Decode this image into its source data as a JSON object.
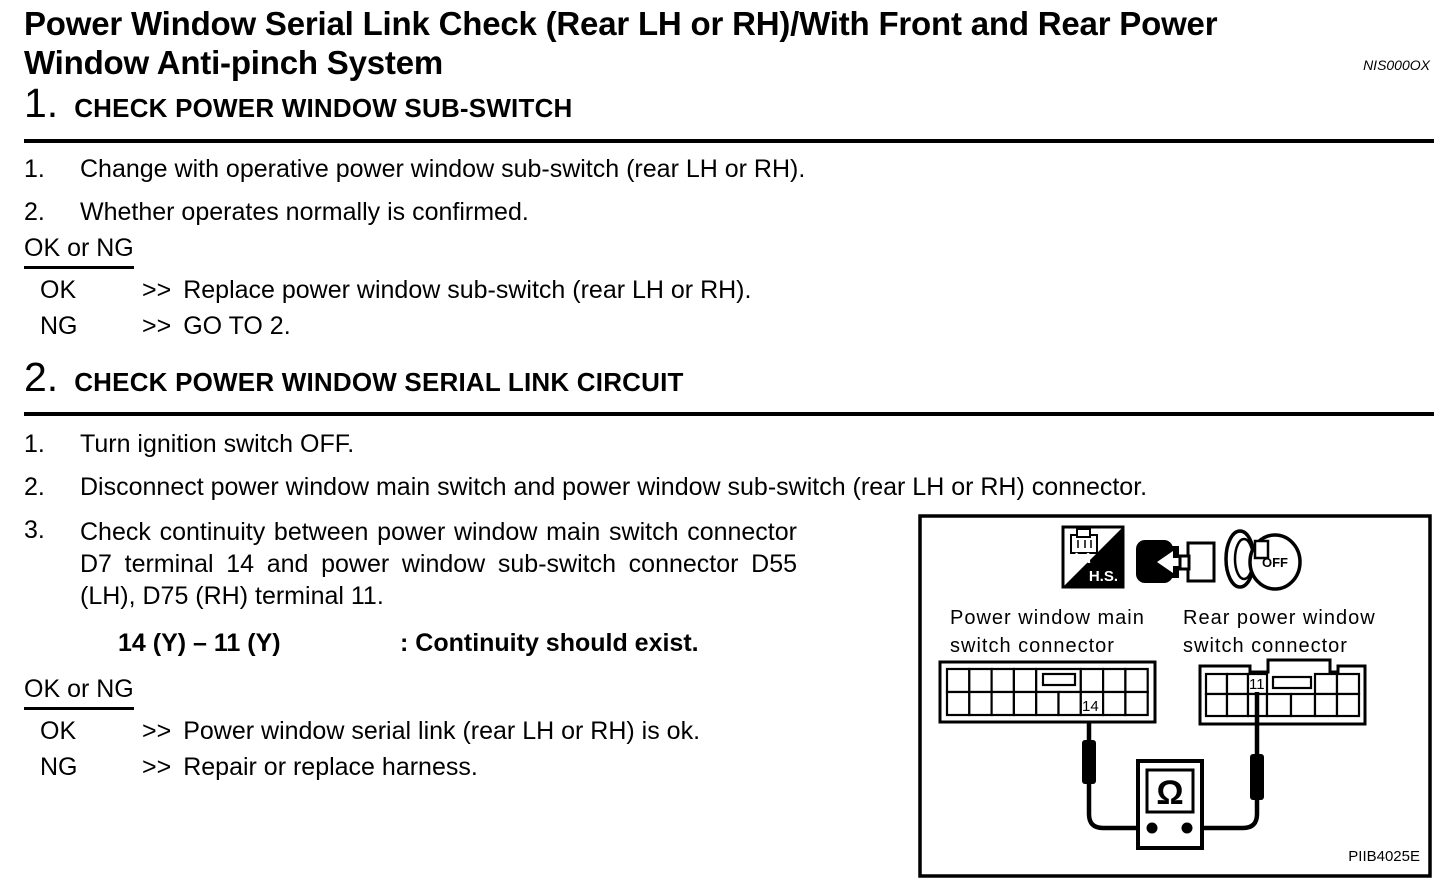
{
  "page": {
    "title_line1": "Power Window Serial Link Check (Rear LH or RH)/With Front and Rear Power",
    "title_line2": "Window Anti-pinch System",
    "doc_code": "NIS000OX"
  },
  "sections": [
    {
      "number": "1.",
      "heading": "CHECK POWER WINDOW SUB-SWITCH",
      "steps": [
        {
          "num": "1.",
          "text": "Change with operative power window sub-switch (rear LH or RH)."
        },
        {
          "num": "2.",
          "text": "Whether operates normally is confirmed."
        }
      ],
      "ok_ng_label": "OK or NG",
      "results": [
        {
          "label": "OK",
          "arrow": ">>",
          "text": "Replace power window sub-switch (rear LH or RH)."
        },
        {
          "label": "NG",
          "arrow": ">>",
          "text": "GO TO 2."
        }
      ]
    },
    {
      "number": "2.",
      "heading": "CHECK POWER WINDOW SERIAL LINK CIRCUIT",
      "steps": [
        {
          "num": "1.",
          "text": "Turn ignition switch OFF."
        },
        {
          "num": "2.",
          "text": "Disconnect power window main switch and power window sub-switch (rear LH or RH) connector."
        },
        {
          "num": "3.",
          "text": "Check continuity between power window main switch connector D7 terminal 14 and power window sub-switch connector D55 (LH), D75 (RH) terminal 11."
        }
      ],
      "spec": {
        "terminals": "14 (Y) – 11 (Y)",
        "condition": ": Continuity should exist."
      },
      "ok_ng_label": "OK or NG",
      "results": [
        {
          "label": "OK",
          "arrow": ">>",
          "text": "Power window serial link (rear LH or RH) is ok."
        },
        {
          "label": "NG",
          "arrow": ">>",
          "text": "Repair or replace harness."
        }
      ]
    }
  ],
  "figure": {
    "hs_label": "H.S.",
    "key_label": "OFF",
    "left_connector_label_line1": "Power window main",
    "left_connector_label_line2": "switch connector",
    "right_connector_label_line1": "Rear power window",
    "right_connector_label_line2": "switch connector",
    "left_terminal": "14",
    "right_terminal": "11",
    "meter_symbol": "Ω",
    "figure_code": "PIIB4025E"
  }
}
